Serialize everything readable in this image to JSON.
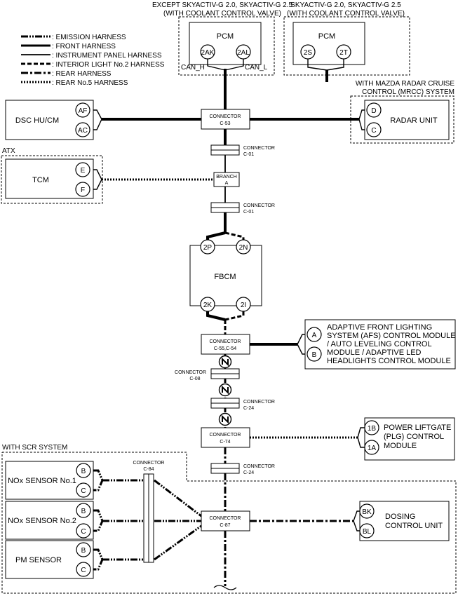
{
  "headers": {
    "pcm_left": [
      "EXCEPT SKYACTIV-G 2.0, SKYACTIV-G 2.5",
      "(WITH COOLANT CONTROL VALVE)"
    ],
    "pcm_right": [
      "SKYACTIV-G 2.0, SKYACTIV-G 2.5",
      "(WITH COOLANT CONTROL VALVE)"
    ],
    "mrcc": [
      "WITH MAZDA RADAR CRUISE",
      "CONTROL (MRCC) SYSTEM"
    ],
    "atx": "ATX",
    "scr": "WITH SCR SYSTEM"
  },
  "legend": [
    {
      "label": ": EMISSION HARNESS",
      "style": "emission"
    },
    {
      "label": ": FRONT HARNESS",
      "style": "front"
    },
    {
      "label": ": INSTRUMENT PANEL HARNESS",
      "style": "instrument"
    },
    {
      "label": ": INTERIOR LIGHT No.2 HARNESS",
      "style": "interior"
    },
    {
      "label": ": REAR HARNESS",
      "style": "rear"
    },
    {
      "label": ": REAR No.5 HARNESS",
      "style": "rear5"
    }
  ],
  "modules": {
    "pcm_left": {
      "name": "PCM",
      "pins": [
        "2AK",
        "2AL"
      ],
      "signals": [
        "CAN_H",
        "CAN_L"
      ]
    },
    "pcm_right": {
      "name": "PCM",
      "pins": [
        "2S",
        "2T"
      ]
    },
    "dsc": {
      "name": "DSC HU/CM",
      "pins": [
        "AF",
        "AC"
      ]
    },
    "radar": {
      "name": "RADAR UNIT",
      "pins": [
        "D",
        "C"
      ]
    },
    "tcm": {
      "name": "TCM",
      "pins": [
        "E",
        "F"
      ]
    },
    "fbcm": {
      "name": "FBCM",
      "pins": [
        "2P",
        "2N",
        "2K",
        "2I"
      ]
    },
    "afs": {
      "name": [
        "ADAPTIVE FRONT LIGHTING",
        "SYSTEM (AFS) CONTROL MODULE",
        "/ AUTO LEVELING CONTROL",
        "MODULE / ADAPTIVE LED",
        "HEADLIGHTS CONTROL MODULE"
      ],
      "pins": [
        "A",
        "B"
      ]
    },
    "plg": {
      "name": [
        "POWER LIFTGATE",
        "(PLG) CONTROL",
        "MODULE"
      ],
      "pins": [
        "1B",
        "1A"
      ]
    },
    "nox1": {
      "name": "NOx SENSOR No.1",
      "pins": [
        "B",
        "C"
      ]
    },
    "nox2": {
      "name": "NOx SENSOR No.2",
      "pins": [
        "B",
        "C"
      ]
    },
    "pm": {
      "name": "PM SENSOR",
      "pins": [
        "B",
        "C"
      ]
    },
    "dosing": {
      "name": [
        "DOSING",
        "CONTROL UNIT"
      ],
      "pins": [
        "BK",
        "BL"
      ]
    }
  },
  "connectors": {
    "c53": [
      "CONNECTOR",
      "C-53"
    ],
    "c01a": [
      "CONNECTOR",
      "C-01"
    ],
    "branch": [
      "BRANCH",
      "A"
    ],
    "c01b": [
      "CONNECTOR",
      "C-01"
    ],
    "c55": [
      "CONNECTOR",
      "C-55,C-54"
    ],
    "c08": [
      "CONNECTOR",
      "C-08"
    ],
    "c24a": [
      "CONNECTOR",
      "C-24"
    ],
    "c74": [
      "CONNECTOR",
      "C-74"
    ],
    "c24b": [
      "CONNECTOR",
      "C-24"
    ],
    "c84": [
      "CONNECTOR",
      "C-84"
    ],
    "c87": [
      "CONNECTOR",
      "C-87"
    ]
  }
}
